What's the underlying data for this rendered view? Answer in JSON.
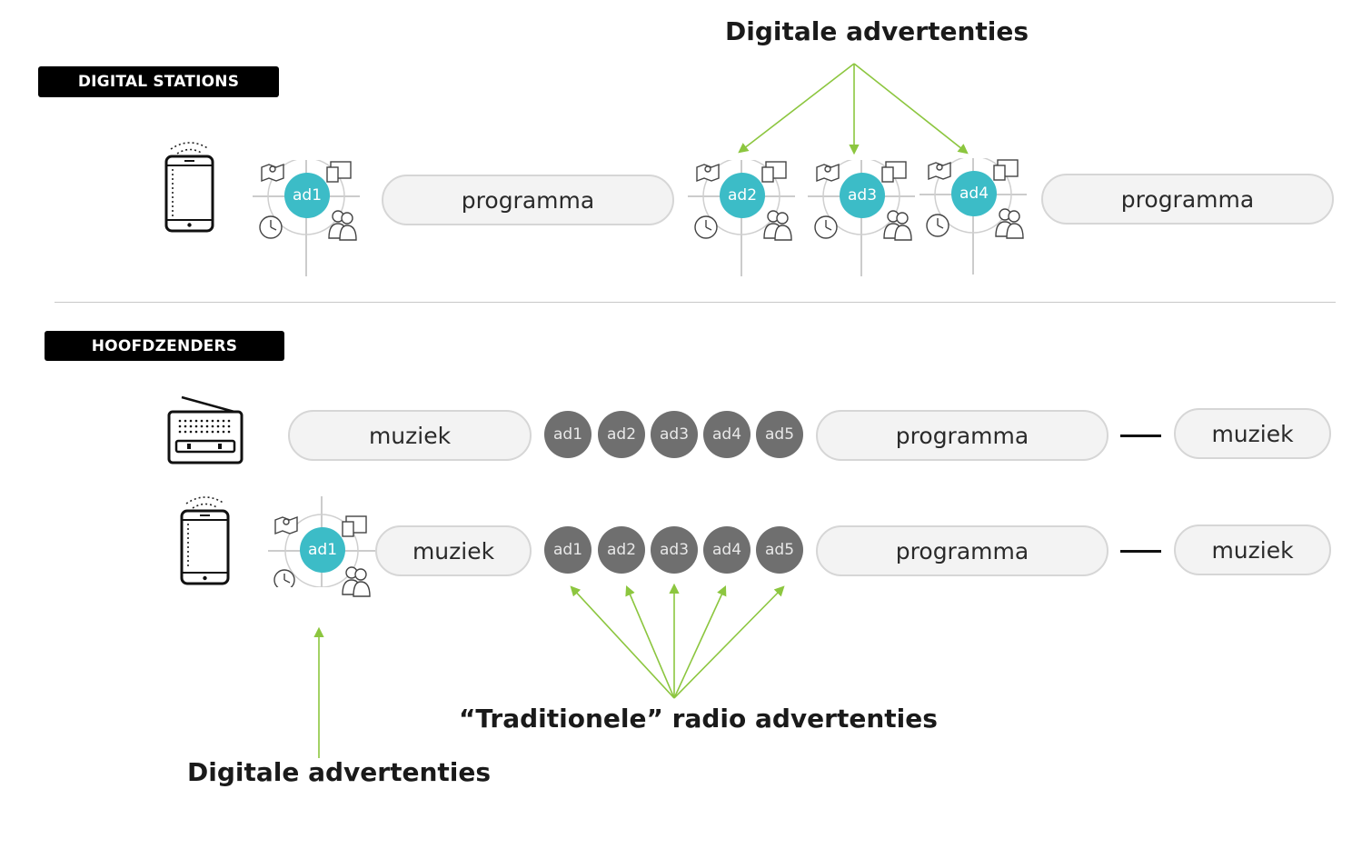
{
  "sections": {
    "digital_label": "DIGITAL STATIONS",
    "main_label": "HOOFDZENDERS"
  },
  "annotations": {
    "top_digital": "Digitale advertenties",
    "traditional": "“Traditionele” radio advertenties",
    "bottom_digital": "Digitale advertenties"
  },
  "digital_row": {
    "ad1": "ad1",
    "program1": "programma",
    "ad2": "ad2",
    "ad3": "ad3",
    "ad4": "ad4",
    "program2": "programma"
  },
  "radio_row": {
    "music1": "muziek",
    "ads": [
      "ad1",
      "ad2",
      "ad3",
      "ad4",
      "ad5"
    ],
    "program": "programma",
    "music2": "muziek"
  },
  "stream_row": {
    "ad_digital": "ad1",
    "music1": "muziek",
    "ads": [
      "ad1",
      "ad2",
      "ad3",
      "ad4",
      "ad5"
    ],
    "program": "programma",
    "music2": "muziek"
  },
  "colors": {
    "digital_ad": "#3cbcc7",
    "traditional_ad": "#6f6f6f",
    "arrow": "#8cc63f",
    "pill_fill": "#f3f3f3",
    "pill_border": "#d6d6d6"
  },
  "icons": [
    "smartphone-icon",
    "radio-icon",
    "map-icon",
    "devices-icon",
    "clock-icon",
    "people-icon"
  ]
}
